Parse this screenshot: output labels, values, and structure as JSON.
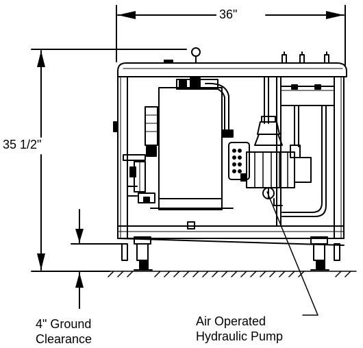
{
  "dimensions": {
    "width": "36\"",
    "height": "35  1/2\""
  },
  "callouts": {
    "ground_clearance": [
      "4\" Ground",
      "Clearance"
    ],
    "pump": [
      "Air Operated",
      "Hydraulic Pump"
    ]
  }
}
